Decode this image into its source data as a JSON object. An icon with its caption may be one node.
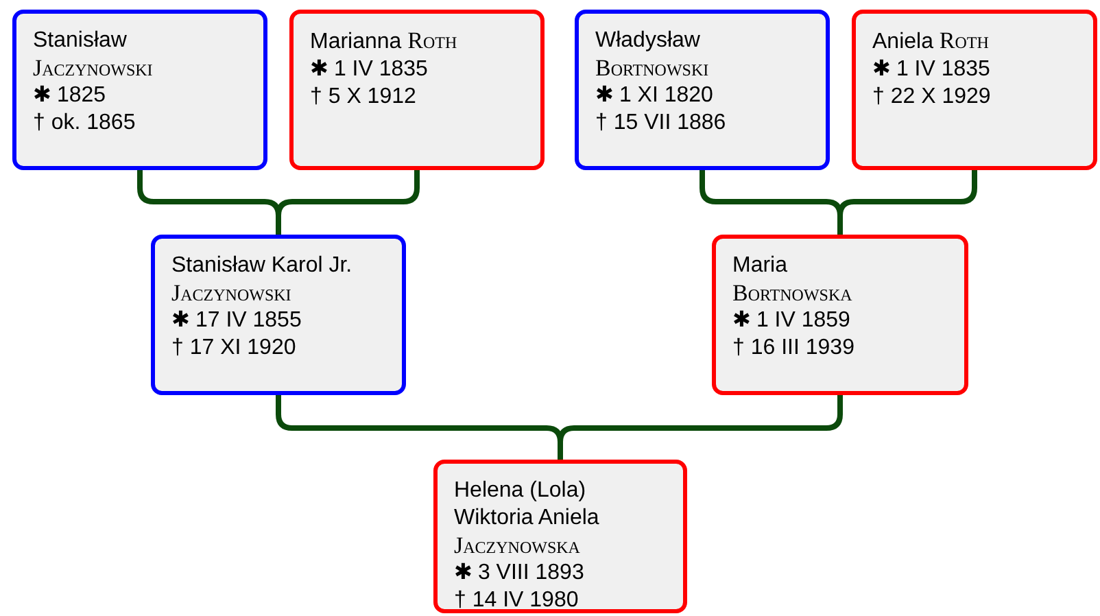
{
  "diagram": {
    "nodes": [
      {
        "text": [
          "Stanisław Jaczynowski",
          "✱ 1825",
          "† ok. 1865"
        ]
      },
      {
        "text": [
          "Marianna Roth",
          "✱ 1 IV 1835",
          "† 5 X 1912"
        ]
      },
      {
        "text": [
          "Władysław Bortnowski",
          "✱ 1 XI 1820",
          "† 15 VII 1886"
        ]
      },
      {
        "text": [
          "Aniela Roth",
          "✱ 1 IV 1835",
          "† 22 X 1929"
        ]
      },
      {
        "text": [
          "Stanisław Karol Jr. Jaczynowski",
          "✱ 17 IV 1855",
          "† 17 XI 1920"
        ]
      },
      {
        "text": [
          "Maria Bortnowska",
          "✱ 1 IV 1859",
          "† 16 III 1939"
        ]
      },
      {
        "text": [
          "Helena (Lola) Wiktoria Aniela Jaczynowska",
          "✱ 3 VIII 1893",
          "† 14 IV 1980"
        ]
      }
    ],
    "edges": [
      {
        "from": 0,
        "to": 4,
        "arrow": "none"
      },
      {
        "from": 1,
        "to": 4,
        "arrow": "none"
      },
      {
        "from": 2,
        "to": 5,
        "arrow": "none"
      },
      {
        "from": 3,
        "to": 5,
        "arrow": "none"
      },
      {
        "from": 4,
        "to": 6,
        "arrow": "none"
      },
      {
        "from": 5,
        "to": 6,
        "arrow": "none"
      }
    ]
  }
}
